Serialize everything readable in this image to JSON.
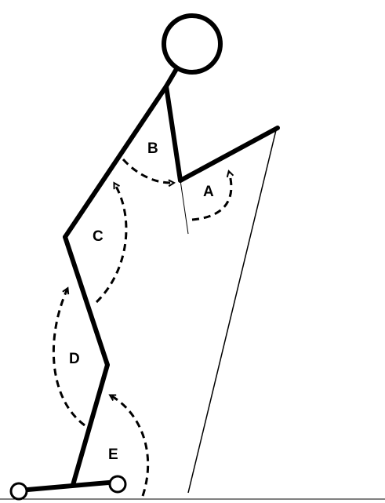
{
  "labels": {
    "a": "A",
    "b": "B",
    "c": "C",
    "d": "D",
    "e": "E"
  },
  "colors": {
    "ink": "#000000",
    "background": "#ffffff"
  }
}
